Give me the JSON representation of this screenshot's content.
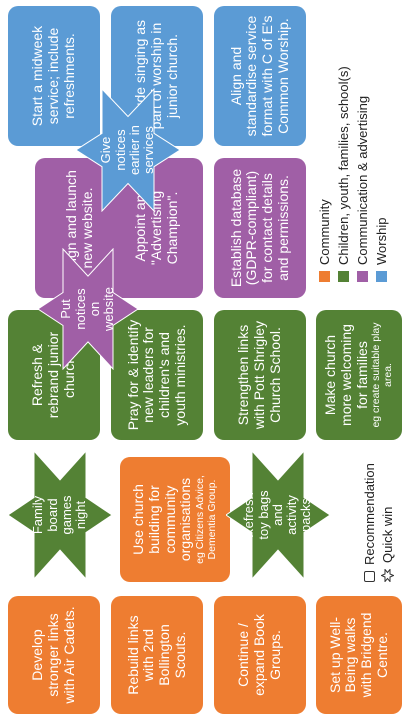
{
  "colors": {
    "community": "#ee7d31",
    "children": "#548235",
    "communication": "#a05fa6",
    "worship": "#5b9bd5"
  },
  "columns": [
    {
      "items": [
        {
          "text": "Develop stronger links with Air Cadets.",
          "category": "community"
        },
        {
          "text": "Rebuild links with 2nd Bollington Scouts.",
          "category": "community"
        },
        {
          "text": "Continue / expand Book Groups.",
          "category": "community"
        },
        {
          "text": "Set up Well-Being walks with Bridgend Centre.",
          "category": "community"
        }
      ]
    },
    {
      "items": [
        {
          "text": "Use church building for community organisations",
          "sub": "eg Citizens Advice, Dementia Group.",
          "category": "community"
        }
      ]
    },
    {
      "items": [
        {
          "text": "Refresh & rebrand junior church.",
          "category": "children"
        },
        {
          "text": "Pray for & identify new leaders for children's and youth ministries.",
          "category": "children"
        },
        {
          "text": "Strengthen links with Pott Shrigley Church School.",
          "category": "children"
        },
        {
          "text": "Make church more welcoming for families",
          "sub": "eg create suitable play area.",
          "category": "children"
        }
      ]
    },
    {
      "items": [
        {
          "text": "Design and launch new website.",
          "category": "communication"
        },
        {
          "text": "Appoint an \"Advertising Champion\".",
          "category": "communication"
        },
        {
          "text": "Establish database (GDPR-compliant) for contact details and permissions.",
          "category": "communication"
        }
      ]
    },
    {
      "items": [
        {
          "text": "Start a midweek service; include refreshments.",
          "category": "worship"
        },
        {
          "text": "Include singing as part of worship in junior church.",
          "category": "worship"
        },
        {
          "text": "Align and standardise service format with C of E's Common Worship.",
          "category": "worship"
        }
      ]
    }
  ],
  "stars": [
    {
      "text": "Family board games night",
      "category": "children"
    },
    {
      "text": "Refresh toy bags and activity packs",
      "category": "children"
    },
    {
      "text": "Put notices on website",
      "category": "communication"
    },
    {
      "text": "Give notices earlier in services",
      "category": "worship"
    }
  ],
  "legend": {
    "categories": [
      {
        "label": "Community",
        "color": "#ee7d31"
      },
      {
        "label": "Children, youth, families, school(s)",
        "color": "#548235"
      },
      {
        "label": "Communication & advertising",
        "color": "#a05fa6"
      },
      {
        "label": "Worship",
        "color": "#5b9bd5"
      }
    ],
    "types": [
      {
        "label": "Recommendation",
        "icon": "rounded-rectangle-outline-icon"
      },
      {
        "label": "Quick win",
        "icon": "star-outline-icon"
      }
    ]
  }
}
